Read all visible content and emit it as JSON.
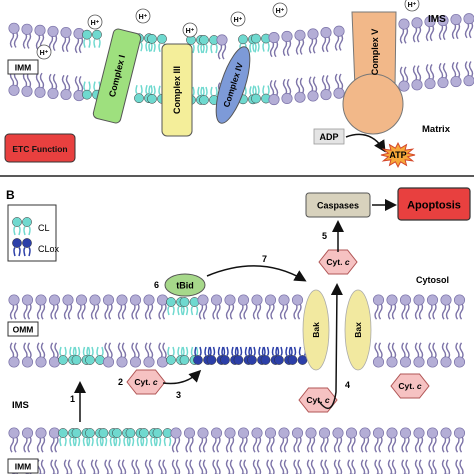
{
  "panel_a": {
    "hplus": [
      "H⁺",
      "H⁺",
      "H⁺",
      "H⁺",
      "H⁺",
      "H⁺",
      "H⁺"
    ],
    "ims_label": "IMS",
    "imm_label": "IMM",
    "matrix_label": "Matrix",
    "complex1": "Complex I",
    "complex3": "Complex III",
    "complex4": "Complex IV",
    "complex5": "Complex V",
    "adp": "ADP",
    "atp": "ATP",
    "etc_function": "ETC Function"
  },
  "panel_b": {
    "letter": "B",
    "legend_cl": "CL",
    "legend_clox": "CLox",
    "caspases": "Caspases",
    "apoptosis": "Apoptosis",
    "cytc_prefix": "Cyt. ",
    "cytc_italic": "c",
    "tbid": "tBid",
    "bak": "Bak",
    "bax": "Bax",
    "cytosol": "Cytosol",
    "omm_label": "OMM",
    "ims_label": "IMS",
    "imm_label": "IMM",
    "steps": [
      "1",
      "2",
      "3",
      "4",
      "5",
      "6",
      "7"
    ]
  },
  "colors": {
    "lipid_head": "#b4aed6",
    "lipid_tail": "#7d74a8",
    "cl_head": "#6fd9cf",
    "clox_head": "#2c3fa8",
    "complex1": "#9ee07e",
    "complex3": "#f4ee9a",
    "complex4": "#7d9ad8",
    "complex5": "#f2b889",
    "etc_box": "#e8403f",
    "apoptosis_box": "#e8403f",
    "caspases_box": "#d8d2bd",
    "cytc": "#f6c2c2",
    "tbid": "#a6d88a",
    "bak_bax": "#f2e9a0",
    "atp_burst": "#f6a83a"
  }
}
